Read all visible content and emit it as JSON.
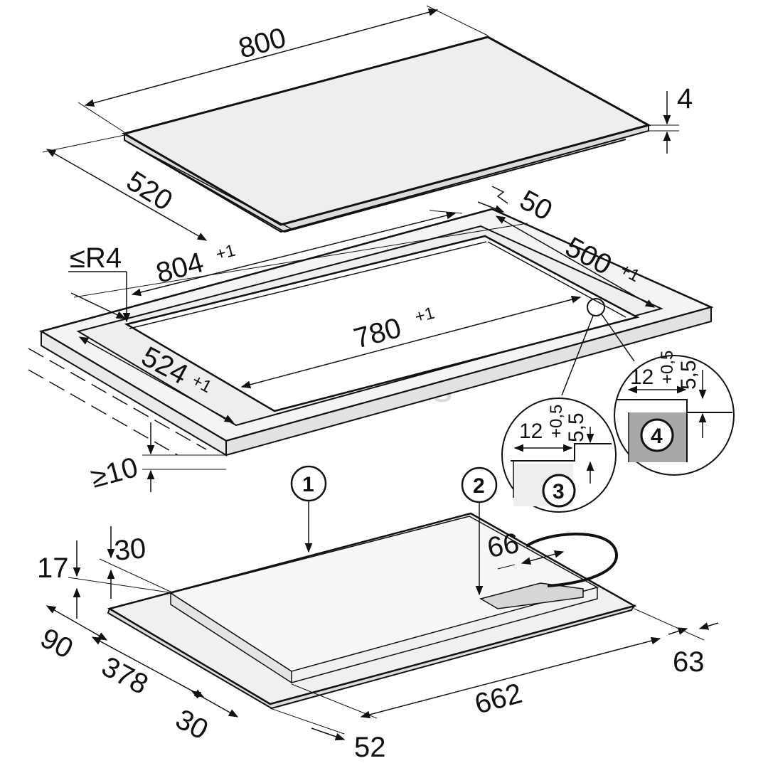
{
  "dimensions": {
    "hob_width": "800",
    "hob_depth": "520",
    "glass_thickness": "4",
    "rear_offset": "50",
    "cutout_outer_width": "804",
    "cutout_outer_width_tol": "+1",
    "cutout_outer_depth": "500",
    "cutout_outer_depth_tol": "+1",
    "corner_radius": "≤R4",
    "cutout_width": "780",
    "cutout_width_tol": "+1",
    "cutout_depth": "524",
    "cutout_depth_tol": "+1",
    "worktop_min_thickness": "≥10",
    "body_height_front": "17",
    "body_height": "30",
    "front_offset": "90",
    "body_depth": "378",
    "bottom_left_offset": "30",
    "bottom_front_offset": "52",
    "body_width": "662",
    "right_offset": "63",
    "cable_offset": "66"
  },
  "details": {
    "detail3": {
      "width": "12",
      "width_tol": "+0,5",
      "depth": "5,5",
      "label": "3"
    },
    "detail4": {
      "width": "12",
      "width_tol": "+0,5",
      "depth": "5,5",
      "label": "4"
    }
  },
  "callouts": {
    "one": "1",
    "two": "2"
  },
  "watermark": "euronics",
  "colors": {
    "glass_fill": "#eeeeee",
    "worktop_fill": "#f4f4f4",
    "line": "#111111",
    "detail_grey": "#a8a8a8",
    "watermark": "#d9d9d9"
  }
}
